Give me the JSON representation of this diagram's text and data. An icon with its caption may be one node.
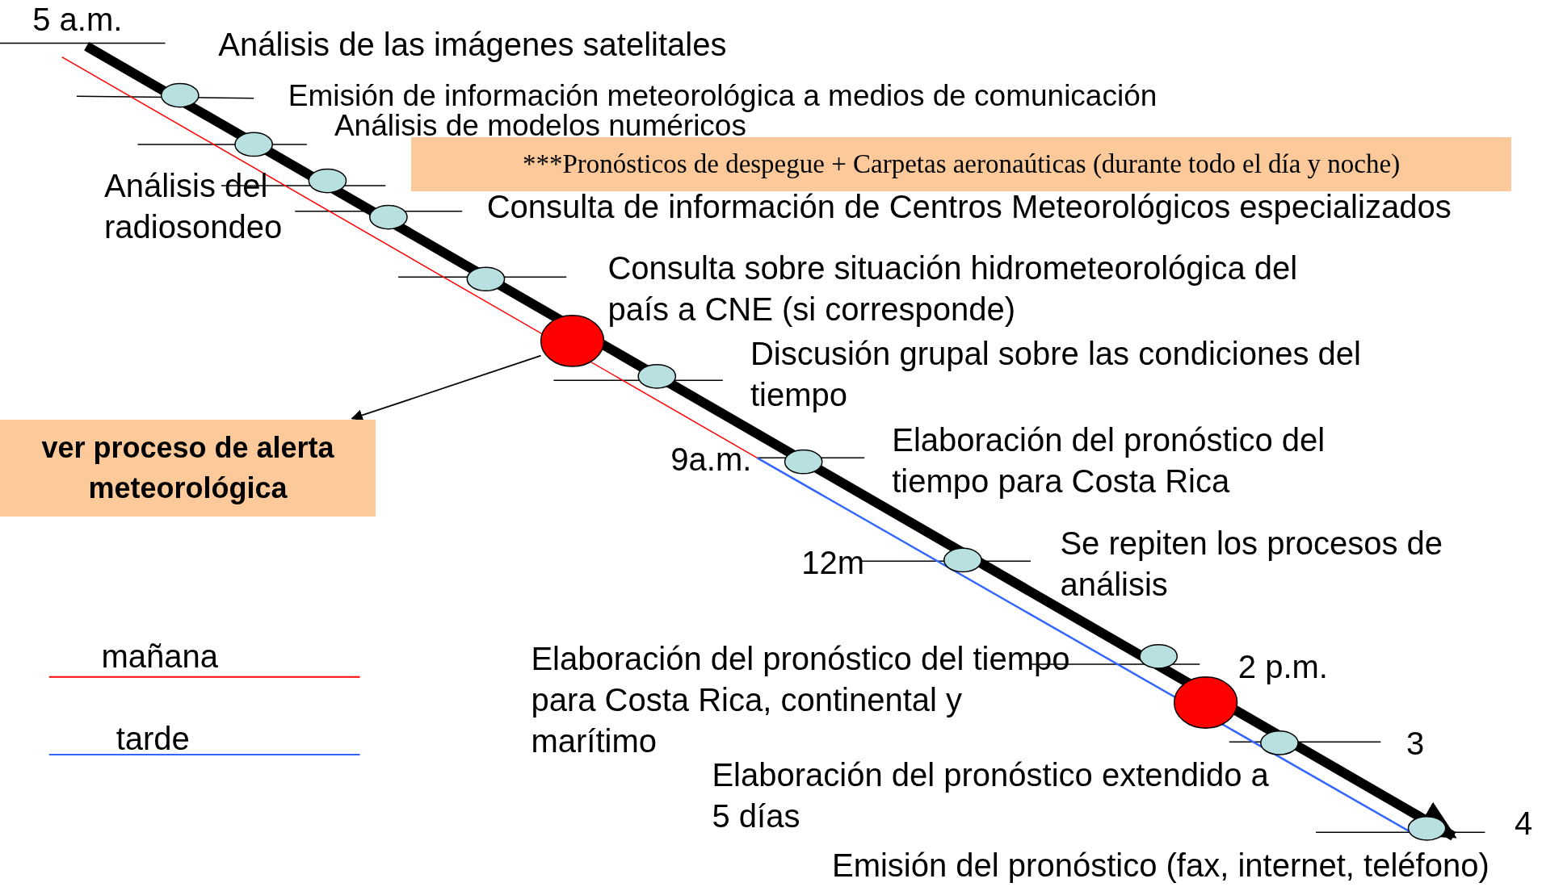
{
  "diagram": {
    "nodes": [
      {
        "text": [
          "***Pronósticos de despegue + Carpetas aeronaúticas (durante todo el día y  noche)"
        ]
      },
      {
        "text": [],
        "shape": "circle"
      },
      {
        "text": [],
        "shape": "circle"
      },
      {
        "text": [],
        "shape": "circle"
      },
      {
        "text": [],
        "shape": "circle"
      },
      {
        "text": [],
        "shape": "circle"
      },
      {
        "text": [],
        "shape": "circle"
      },
      {
        "text": [],
        "shape": "circle"
      },
      {
        "text": [],
        "shape": "circle"
      },
      {
        "text": [],
        "shape": "circle"
      },
      {
        "text": [],
        "shape": "circle"
      },
      {
        "text": [],
        "shape": "circle"
      },
      {
        "text": [],
        "shape": "circle"
      },
      {
        "text": [],
        "shape": "circle"
      },
      {
        "text": [
          "ver proceso de alerta meteorológica"
        ]
      }
    ],
    "edges": [
      {
        "from": 6,
        "to": 14,
        "arrow": "to"
      }
    ],
    "labels": [
      "5 a.m.",
      "Análisis de las imágenes satelitales",
      "Emisión de información meteorológica a medios de comunicación",
      "Análisis de modelos numéricos",
      "Análisis del radiosondeo",
      "Consulta de información de Centros Meteorológicos especializados",
      "Consulta sobre situación hidrometeorológica del país a CNE (si corresponde)",
      "Discusión grupal sobre las condiciones del tiempo",
      "9a.m.",
      "Elaboración del pronóstico del tiempo para Costa Rica",
      "12m",
      "Se repiten los procesos de análisis",
      "Elaboración del pronóstico del tiempo para Costa Rica, continental y marítimo",
      "2 p.m.",
      "3",
      "Elaboración del pronóstico extendido a 5 días",
      "4",
      "Emisión del pronóstico (fax, internet, teléfono)"
    ],
    "legend": [
      {
        "text": "mañana"
      },
      {
        "text": "tarde"
      }
    ]
  }
}
